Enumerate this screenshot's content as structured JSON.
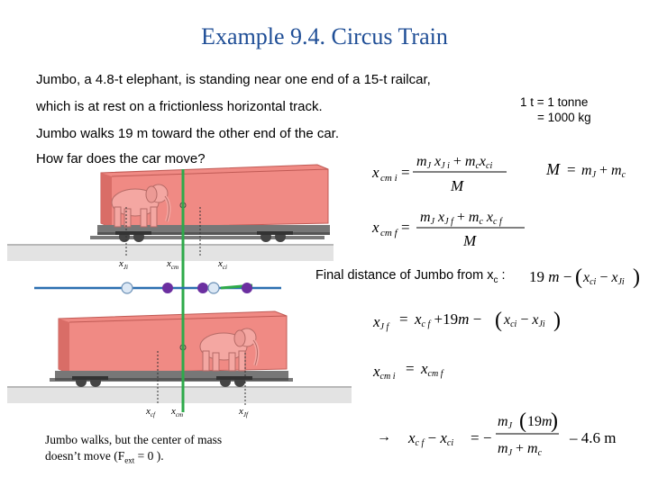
{
  "slide": {
    "title": "Example 9.4.  Circus Train",
    "lines": [
      "Jumbo, a 4.8-t elephant, is standing near one end of a 15-t railcar,",
      "which is at rest on a frictionless horizontal track.",
      "Jumbo walks 19 m toward the other end of the car.",
      "How far does the car move?"
    ],
    "unit_note": {
      "line1": "1 t = 1 tonne",
      "line2": "= 1000 kg"
    },
    "final_distance_label": "Final distance of Jumbo from x",
    "final_distance_sub": "c",
    "final_distance_colon": " :",
    "bottom_note": {
      "line1": "Jumbo walks, but the center of mass",
      "line2a": "doesn’t move (F",
      "line2sub": "ext",
      "line2b": " = 0 )."
    },
    "result": "– 4.6 m",
    "arrow": "→"
  },
  "labels": {
    "top": {
      "xJi": "x",
      "xJi_sub": "Ji",
      "xcm": "x",
      "xcm_sub": "cm",
      "xci": "x",
      "xci_sub": "ci"
    },
    "bottom": {
      "xcf": "x",
      "xcf_sub": "cf",
      "xcm": "x",
      "xcm_sub": "cm",
      "xJf": "x",
      "xJf_sub": "Jf"
    }
  },
  "colors": {
    "title": "#1f4e96",
    "railcar": "#f08a84",
    "railcar_dark": "#c8605a",
    "cm_line": "#2eaa4a",
    "axis_line": "#2b6fb0",
    "dot_purple": "#6b2fa0",
    "dot_light": "#dce8f5",
    "ground": "#d8d8d8"
  }
}
